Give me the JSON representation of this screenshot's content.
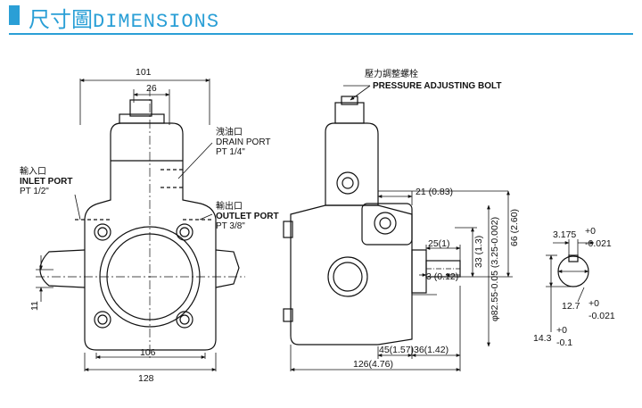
{
  "header": {
    "title_cjk": "尺寸圖",
    "title_latin": "DIMENSIONS",
    "accent_color": "#2a9fd6"
  },
  "front_view": {
    "dim_top_width": "101",
    "dim_top_inner": "26",
    "dim_bottom_inner": "106",
    "dim_bottom_overall": "128",
    "dim_left_height": "11",
    "drain_port": {
      "cjk": "洩油口",
      "en": "DRAIN PORT",
      "spec": "PT 1/4\""
    },
    "inlet_port": {
      "cjk": "輸入口",
      "en": "INLET PORT",
      "spec": "PT 1/2\""
    },
    "outlet_port": {
      "cjk": "輸出口",
      "en": "OUTLET PORT",
      "spec": "PT 3/8\""
    }
  },
  "side_view": {
    "bolt_label_cjk": "壓力調整螺栓",
    "bolt_label_en": "PRESSURE ADJUSTING BOLT",
    "dim_21": "21 (0.83)",
    "dim_25": "25(1)",
    "dim_3": "3 (0.12)",
    "dim_33": "33 (1.3)",
    "dim_66": "66 (2.60)",
    "dim_shaft": "φ82.55-0.05 (3.25-0.002)",
    "dim_45": "45(1.57)",
    "dim_36": "36(1.42)",
    "dim_126": "126(4.76)"
  },
  "shaft_view": {
    "key_width": "3.175",
    "key_tol_plus": "+0",
    "key_tol_minus": "-0.021",
    "dia": "12.7",
    "dia_tol_plus": "+0",
    "dia_tol_minus": "-0.021",
    "depth": "14.3",
    "depth_tol_plus": "+0",
    "depth_tol_minus": "-0.1"
  }
}
